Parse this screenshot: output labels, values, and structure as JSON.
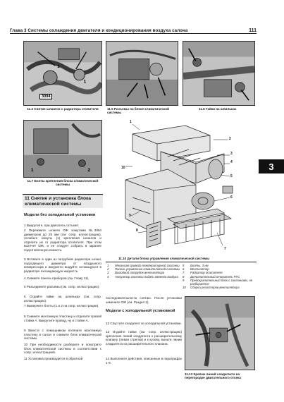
{
  "header": {
    "title": "Глава 3 Системы охлаждения двигателя и кондиционирования воздуха салона",
    "page_number": "111"
  },
  "side_tab": {
    "label": "3"
  },
  "figures": {
    "fig_11_2": {
      "caption": "11.2 Снятие шлангов с радиатора отопителя",
      "badge": "3094"
    },
    "fig_11_5": {
      "caption": "11.5 Разъемы на блоке климатической системы"
    },
    "fig_11_6": {
      "caption": "11.6 Гайки на шпильках"
    },
    "fig_11_7": {
      "caption": "11.7 Болты крепления блока климатической системы"
    },
    "fig_11_10": {
      "caption": "11.10 Детали блока управления климатической системы",
      "callouts": [
        "1",
        "2",
        "3",
        "4",
        "5",
        "6",
        "7",
        "8",
        "9",
        "10"
      ]
    },
    "fig_11_13": {
      "caption": "11.13 Крепеж линий хладагента на перегородке двигательного отсека"
    }
  },
  "section": {
    "title": "11 Снятие и установка блока климатической системы"
  },
  "models_without": {
    "heading": "Модели без холодильной установки",
    "paragraphs": [
      "1 Выкрутите, при двигатель остынет.",
      "2 Пережмите шланги ОЖ хомутами №3094 диаметром до 25 мм (см. сопр. иллюстрацию), ослабьте хомуты (1) крепления шлангов и отделите их от радиатора отопителя. При этом вытечет ОЖ, и ее следует собрать в заранее подготовленную емкость.",
      "3 Вставьте в один из патрубков радиатора шланг, подходящего диаметра от воздушного компрессора и аккуратно выдуйте остающуюся в радиаторе охлаждающую жидкость.",
      "4 Снимите панель приборов (см. Главу 11).",
      "5 Разъедините разъемы (см. сопр. иллюстрацию).",
      "6 Отдайте гайки на шпильках (см. сопр. иллюстрацию).",
      "7 Выверните болты (1 и 2 на сопр. иллюстрации).",
      "8 Снимите монтажную пластину и отделите правой стойки А. Выкрутите провод, ну и стойке А.",
      "9 Вместе с помощником потяните монтажную пластину в салон и снимите блок климатической системы.",
      "10 При необходимости разберите и осмотрите блок климатической системы в соответствии с сопр. иллюстрацией.",
      "11 Установка производится в обратной"
    ]
  },
  "legend": {
    "left": [
      {
        "num": "1",
        "text": "Механизм привода температурной заслонки"
      },
      {
        "num": "2",
        "text": "Панель управления климатической системы"
      },
      {
        "num": "3",
        "text": "Выходной патрубок вентилятора"
      },
      {
        "num": "4",
        "text": "Актуатор заслонки подачи свежего воздуха"
      }
    ],
    "right": [
      {
        "num": "5",
        "text": "Болты, 3 нм"
      },
      {
        "num": "6",
        "text": "Вентилятор"
      },
      {
        "num": "7",
        "text": "Радиатор отопителя"
      },
      {
        "num": "8",
        "text": "Дополнительный отопитель PTC"
      },
      {
        "num": "9",
        "text": "Предохранительный блок с заслонками, не разбирается"
      },
      {
        "num": "10",
        "text": "Сборка резисторов вентилятора"
      }
    ]
  },
  "mid_text": {
    "paragraph": "последовательности снятию. После установки замените ОЖ (см. Раздел 2)."
  },
  "models_with": {
    "heading": "Модели с холодильной установкой",
    "paragraphs": [
      "12 Спустите хладагент из холодильной установки.",
      "13 Отдайте гайки (см. сопр. иллюстрацию) крепления линий хладагента к расширительному клапану (левая стрелка) и к кузову, выньте линии хладагента из расширительного клапана.",
      "14 Выполните действия, описанные в параграфах 1-9."
    ]
  }
}
